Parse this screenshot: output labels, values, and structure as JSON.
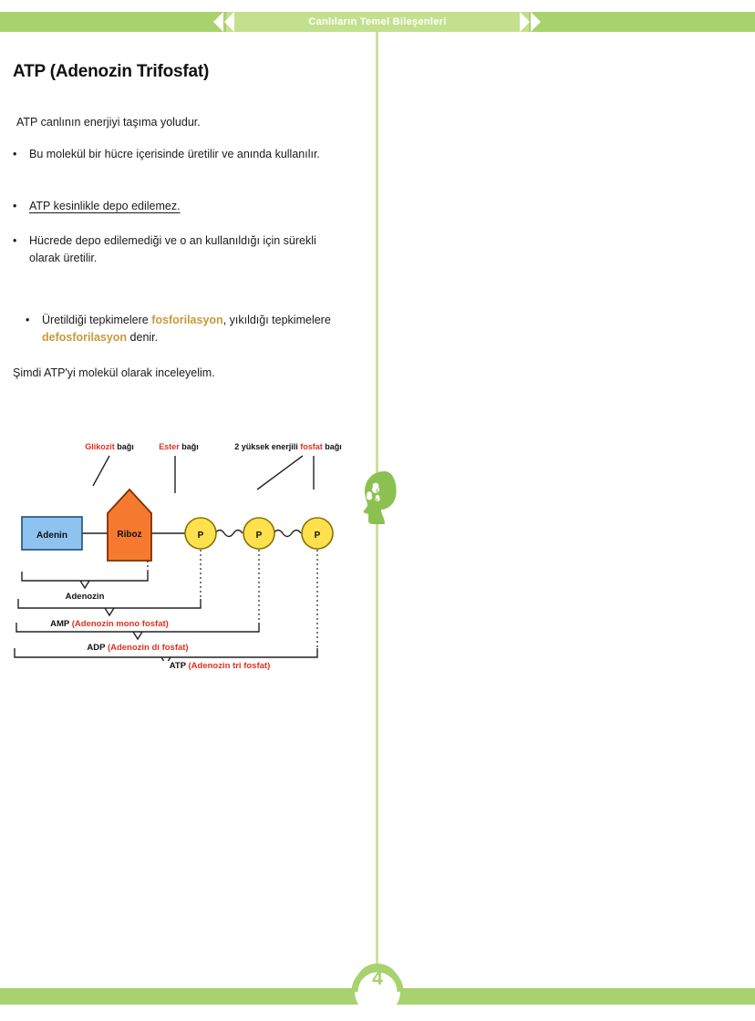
{
  "header": {
    "title": "Canlıların Temel Bileşenleri",
    "band_color": "#a8d26d",
    "center_color": "#c3e08f",
    "left_chevron_icon": "chevrons-left-icon",
    "right_chevron_icon": "chevrons-right-icon"
  },
  "main": {
    "title": "ATP (Adenozin Trifosfat)",
    "lead": "ATP canlının enerjiyi taşıma yoludur.",
    "bullets": [
      {
        "text": "Bu molekül bir hücre içerisinde üretilir ve anında kullanılır.",
        "style": "plain"
      },
      {
        "text": "ATP kesinlikle depo edilemez.",
        "style": "underline"
      },
      {
        "text": "Hücrede depo edilemediği ve o an kullanıldığı için sürekli olarak üretilir.",
        "style": "plain"
      }
    ],
    "highlight_bullet": {
      "part1": "Üretildiği tepkimelere ",
      "term1": "fosforilasyon",
      "part2": ", yıkıldığı tepkimelere ",
      "term2": "defosforilasyon",
      "part3": " denir.",
      "term_color": "#c79a3a"
    },
    "closing": "Şimdi ATP'yi molekül olarak inceleyelim."
  },
  "diagram": {
    "name": "atp-molecule-diagram",
    "top_labels": [
      {
        "red": "Glikozit",
        "black": " bağı"
      },
      {
        "red": "Ester",
        "black": " bağı"
      },
      {
        "black_pre": "2 yüksek enerjili ",
        "red": "fosfat",
        "black": " bağı"
      }
    ],
    "nodes": {
      "adenin": {
        "label": "Adenin",
        "fill": "#8fc3ef",
        "stroke": "#1f4e79"
      },
      "riboz": {
        "label": "Riboz",
        "fill": "#f57a30",
        "stroke": "#7f3000"
      },
      "phosphate": {
        "label": "P",
        "fill": "#ffe14d",
        "stroke": "#8a7000"
      }
    },
    "brackets": [
      {
        "label_black": "Adenozin",
        "label_red": ""
      },
      {
        "label_black": "AMP ",
        "label_red": "(Adenozin mono fosfat)"
      },
      {
        "label_black": "ADP ",
        "label_red": "(Adenozin di fosfat)"
      },
      {
        "label_black": "ATP ",
        "label_red": "(Adenozin tri fosfat)"
      }
    ],
    "red_color": "#e03020"
  },
  "decoration": {
    "head_icon": "thinking-head-icon",
    "color": "#8cc152"
  },
  "footer": {
    "page_number": "4",
    "band_color": "#a8d26d"
  }
}
